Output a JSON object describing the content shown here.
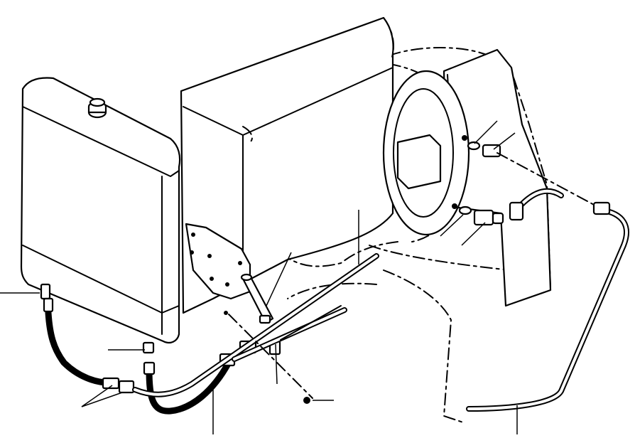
{
  "diagram": {
    "callouts": [
      {
        "id": "upper-elbow-fitting"
      },
      {
        "id": "upper-o-ring"
      },
      {
        "id": "lower-elbow-fitting"
      },
      {
        "id": "lower-o-ring"
      },
      {
        "id": "mounting-bolt"
      },
      {
        "id": "clamp-rod"
      },
      {
        "id": "radiator-drain-fitting"
      },
      {
        "id": "radiator-inlet-fitting"
      },
      {
        "id": "hose-fittings"
      },
      {
        "id": "oil-cooler-line"
      },
      {
        "id": "clamp"
      },
      {
        "id": "cap-screw"
      },
      {
        "id": "return-tube"
      }
    ]
  }
}
